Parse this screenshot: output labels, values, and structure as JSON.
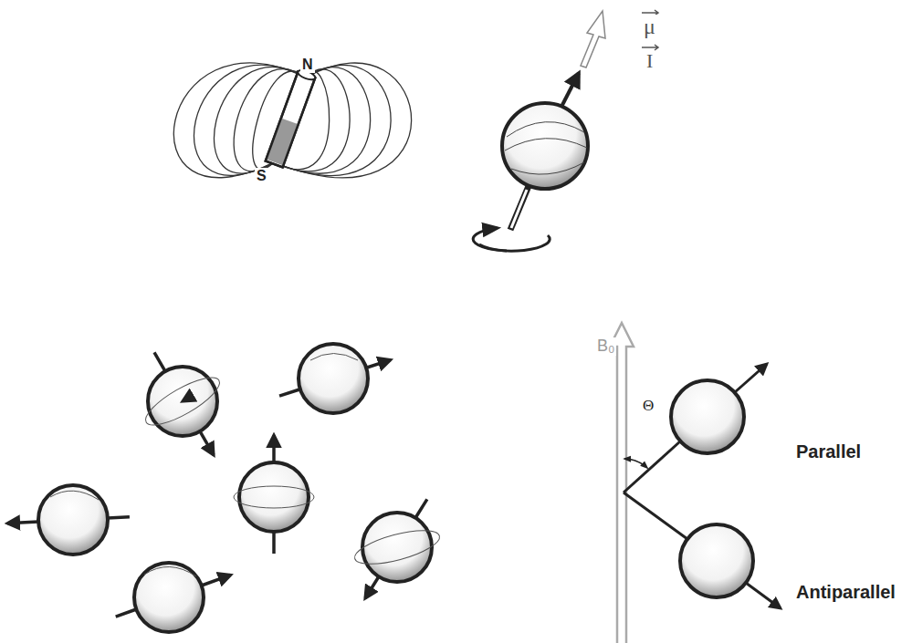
{
  "diagram": {
    "labels": [
      "N",
      "S",
      "μ",
      "I",
      "B₀",
      "Θ",
      "Parallel",
      "Antiparallel"
    ]
  }
}
